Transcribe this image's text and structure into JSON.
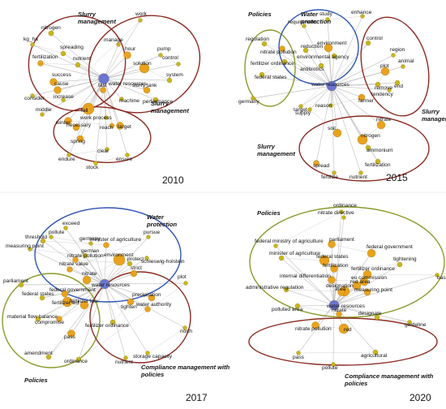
{
  "colors": {
    "node_orange": "#e9a21c",
    "node_olive": "#c8b61a",
    "node_hub": "#6a75d4",
    "edge": "#b5b5b5",
    "cluster_red": "#8b2b22",
    "cluster_green": "#8a9a2b",
    "cluster_blue": "#2e56b5"
  },
  "panels": [
    {
      "year": "2010",
      "titles": [
        "Slurry management",
        "Slurry management"
      ],
      "labels": [
        "nitrogen",
        "kg_ha",
        "spreading",
        "fertilization",
        "nutrient",
        "success",
        "cause",
        "consider",
        "increase",
        "middle",
        "work",
        "manage",
        "hour",
        "pump",
        "control",
        "solution",
        "system",
        "slurry tank",
        "performance",
        "water resources",
        "fast",
        "machine",
        "fall",
        "work process",
        "reach",
        "target",
        "winter",
        "necessary",
        "spring",
        "clear",
        "endure",
        "ensure",
        "stock"
      ]
    },
    {
      "year": "2015",
      "titles": [
        "Policies",
        "Water protection",
        "Slurry management",
        "Slurry management"
      ],
      "labels": [
        "requirement",
        "study",
        "enhance",
        "regulation",
        "nitrate pollution",
        "reduction",
        "environment",
        "environmental agency",
        "antibiotics",
        "fertilizer ordinance",
        "federal states",
        "water resources",
        "germany",
        "target",
        "control",
        "region",
        "animal",
        "plot",
        "remove",
        "end",
        "tendency",
        "farmer",
        "reason",
        "supply",
        "soil",
        "nitrate",
        "nitrogen",
        "ammonium",
        "fertilization",
        "spread",
        "fertilize",
        "nutrient"
      ]
    },
    {
      "year": "2017",
      "titles": [
        "Water protection",
        "Policies",
        "Compliance management with policies"
      ],
      "labels": [
        "exceed",
        "pollute",
        "germany",
        "threshold",
        "minister of agriculture",
        "measuring point",
        "german",
        "protect",
        "nitrate pollution",
        "pursue",
        "nitrate value",
        "nitrate",
        "environment",
        "strict",
        "schleswig-holstein",
        "water resources",
        "parliament",
        "federal government",
        "federal states",
        "fertilizer act",
        "material flow balance",
        "fertilizer law",
        "compromise",
        "pass",
        "amendment",
        "ordinance",
        "plot",
        "precipitation",
        "water authority",
        "tighten",
        "fertilizer ordinance",
        "north",
        "storage capacity",
        "nutrient"
      ]
    },
    {
      "year": "2020",
      "titles": [
        "Policies",
        "Compliance management with policies"
      ],
      "labels": [
        "nitrate directive",
        "ordinance",
        "federal ministry of agriculture",
        "parliament",
        "federal government",
        "minister of agriculture",
        "federal states",
        "fertilization",
        "tightening",
        "fertilizer ordinance",
        "basis",
        "internal differentiation",
        "eu commission",
        "administrative regulation",
        "designation",
        "red area",
        "measuring point",
        "area",
        "water resources",
        "polluted area",
        "nitrate",
        "designate",
        "guideline",
        "nitrate pollution",
        "red",
        "pass",
        "agricultural",
        "pollute"
      ]
    }
  ]
}
